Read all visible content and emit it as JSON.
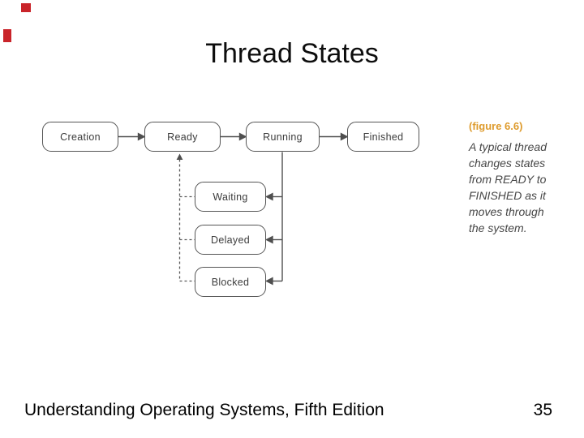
{
  "slide": {
    "title": "Thread States",
    "footer": {
      "book_title": "Understanding Operating Systems, Fifth Edition",
      "page_number": "35"
    }
  },
  "figure": {
    "label": "(figure 6.6)",
    "caption_lines": [
      "A typical thread",
      "changes states",
      "from READY to",
      "FINISHED as it",
      "moves through",
      "the system."
    ]
  },
  "diagram": {
    "type": "thread-state-flow",
    "nodes": [
      {
        "id": "creation",
        "label": "Creation"
      },
      {
        "id": "ready",
        "label": "Ready"
      },
      {
        "id": "running",
        "label": "Running"
      },
      {
        "id": "finished",
        "label": "Finished"
      },
      {
        "id": "waiting",
        "label": "Waiting"
      },
      {
        "id": "delayed",
        "label": "Delayed"
      },
      {
        "id": "blocked",
        "label": "Blocked"
      }
    ],
    "edges": [
      {
        "from": "Creation",
        "to": "Ready",
        "style": "solid"
      },
      {
        "from": "Ready",
        "to": "Running",
        "style": "solid"
      },
      {
        "from": "Running",
        "to": "Finished",
        "style": "solid"
      },
      {
        "from": "Running",
        "to": "Waiting",
        "style": "solid"
      },
      {
        "from": "Running",
        "to": "Delayed",
        "style": "solid"
      },
      {
        "from": "Running",
        "to": "Blocked",
        "style": "solid"
      },
      {
        "from": "Waiting",
        "to": "Ready",
        "style": "dashed"
      },
      {
        "from": "Delayed",
        "to": "Ready",
        "style": "dashed"
      },
      {
        "from": "Blocked",
        "to": "Ready",
        "style": "dashed"
      }
    ],
    "colors": {
      "line": "#4f4f4f",
      "box_border": "#555555",
      "box_label": "#3c3c3c",
      "figure_label_accent": "#de9b2d",
      "caption_text": "#464646",
      "red_accent": "#c9242a"
    }
  }
}
